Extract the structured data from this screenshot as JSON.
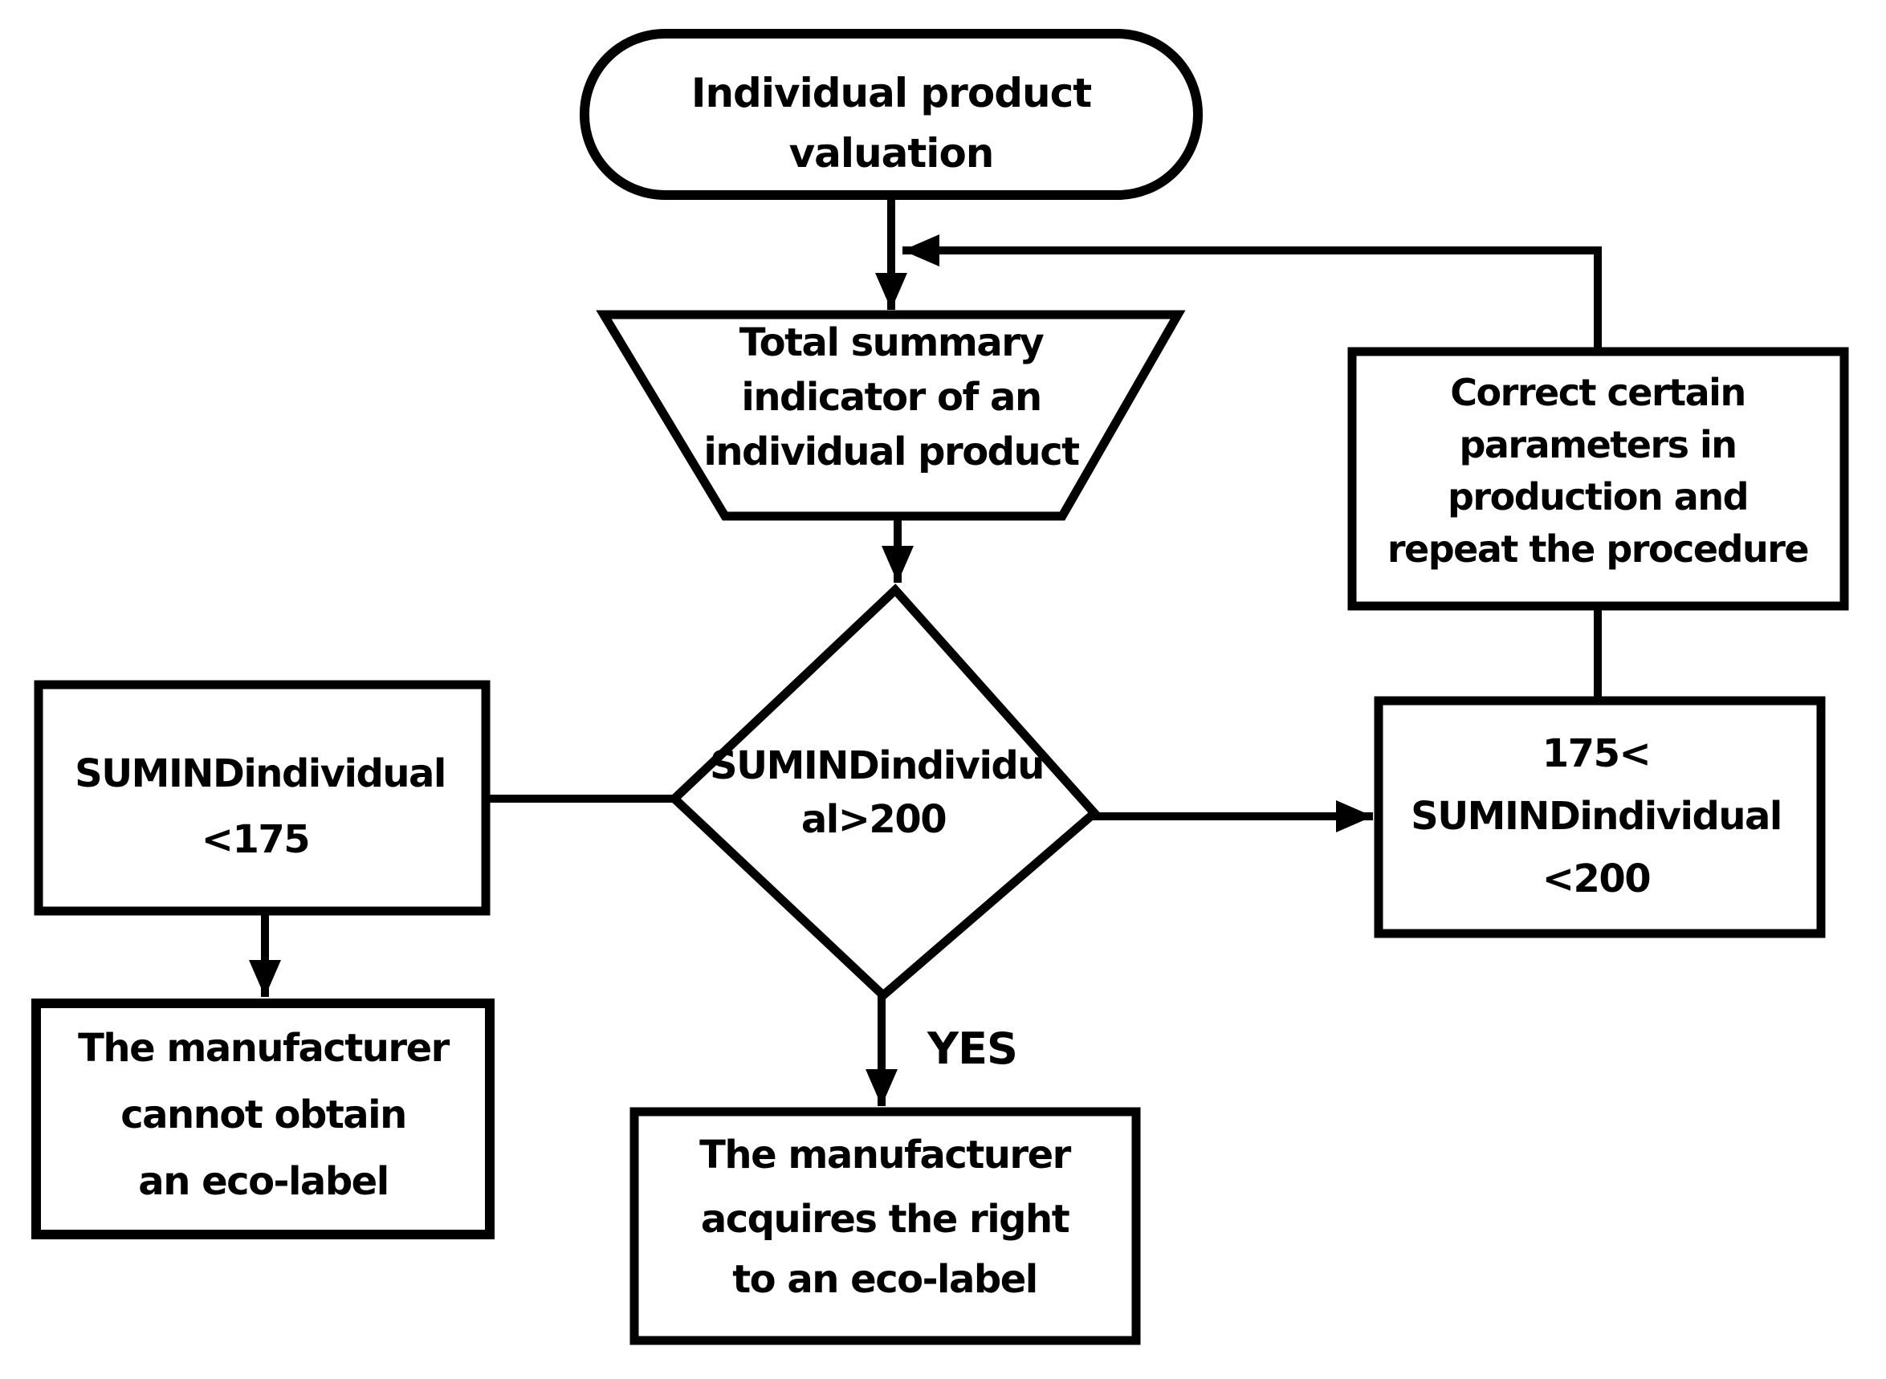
{
  "diagram": {
    "background": "#ffffff",
    "stroke_color": "#000000",
    "text_color": "#000000",
    "nodes": {
      "start": {
        "shape": "terminator",
        "lines": [
          "Individual product",
          "valuation"
        ]
      },
      "summary": {
        "shape": "trapezoid",
        "lines": [
          "Total summary",
          "indicator of an",
          "individual product"
        ]
      },
      "decision": {
        "shape": "diamond",
        "lines": [
          "SUMINDindividu",
          "al>200"
        ]
      },
      "less175": {
        "shape": "rectangle",
        "lines": [
          "SUMINDindividual",
          "<175"
        ]
      },
      "cannot": {
        "shape": "rectangle",
        "lines": [
          "The manufacturer",
          "cannot obtain",
          "an eco-label"
        ]
      },
      "acquires": {
        "shape": "rectangle",
        "lines": [
          "The manufacturer",
          "acquires the right",
          "to an eco-label"
        ]
      },
      "between": {
        "shape": "rectangle",
        "lines": [
          "175<",
          "SUMINDindividual",
          "<200"
        ]
      },
      "correct": {
        "shape": "rectangle",
        "lines": [
          "Correct certain",
          "parameters in",
          "production and",
          "repeat the procedure"
        ]
      }
    },
    "edge_labels": {
      "yes": "YES"
    }
  }
}
